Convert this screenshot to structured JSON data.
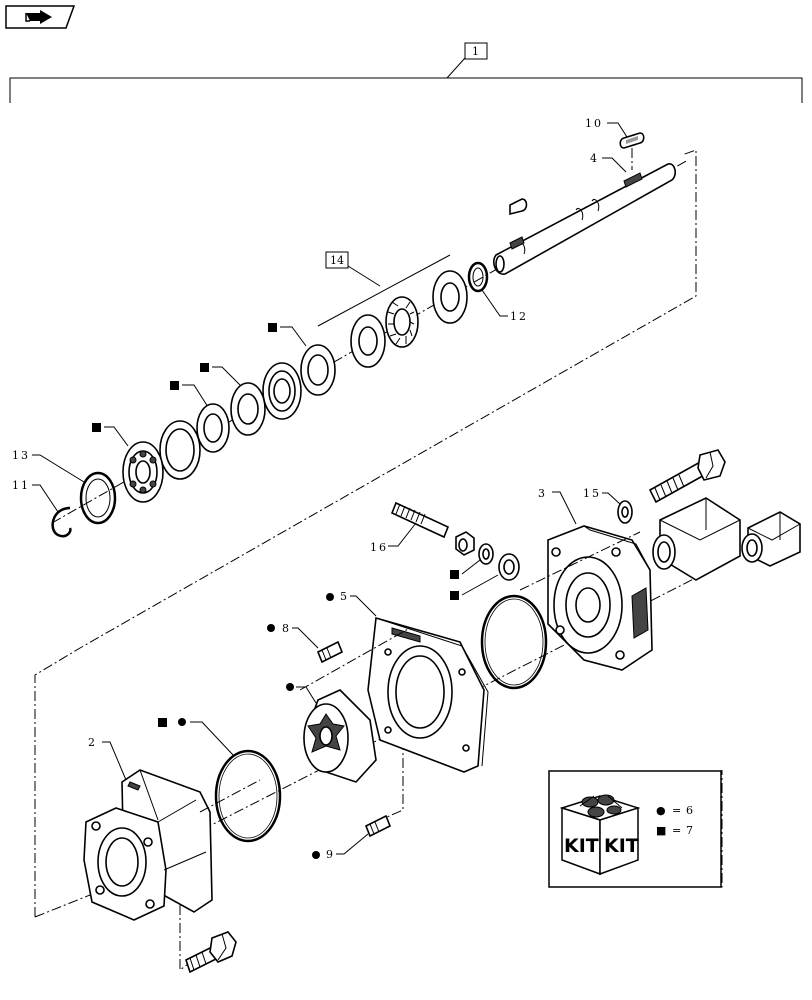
{
  "diagram": {
    "assembly_callout": "1",
    "callouts": {
      "shaft": "4",
      "key": "10",
      "retaining_ring_shaft": "12",
      "thrust_bearing_kit": "14",
      "retaining_ring_outer": "13",
      "snap_ring": "11",
      "cover": "3",
      "washer": "15",
      "stud": "16",
      "port_plate": "5",
      "dowel_pin_upper": "8",
      "housing": "2",
      "dowel_pin_lower": "9"
    },
    "kit_legend": {
      "circle_symbol": "●",
      "circle_kit": "6",
      "square_symbol": "■",
      "square_kit": "7",
      "equals": "=",
      "box_text_1": "KIT",
      "box_text_2": "KIT"
    }
  }
}
